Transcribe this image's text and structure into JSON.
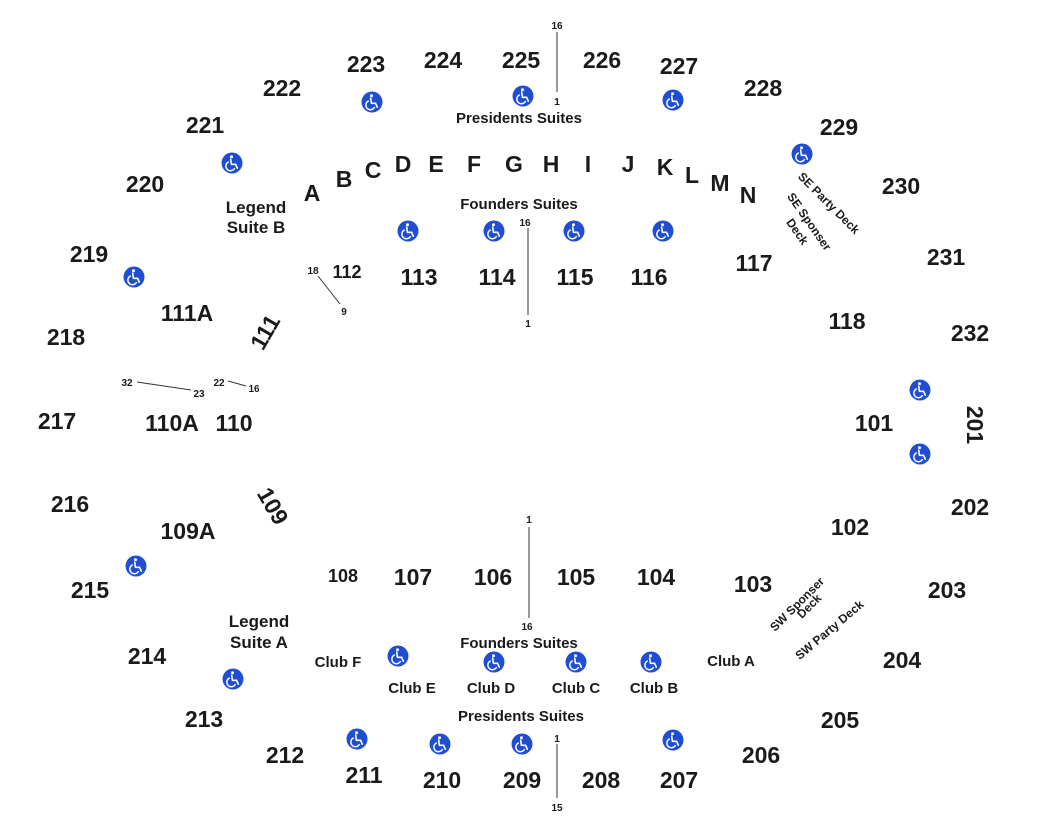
{
  "upper_sections": [
    "201",
    "202",
    "203",
    "204",
    "205",
    "206",
    "207",
    "208",
    "209",
    "210",
    "211",
    "212",
    "213",
    "214",
    "215",
    "216",
    "217",
    "218",
    "219",
    "220",
    "221",
    "222",
    "223",
    "224",
    "225",
    "226",
    "227",
    "228",
    "229",
    "230",
    "231",
    "232"
  ],
  "lower_sections": [
    "101",
    "102",
    "103",
    "104",
    "105",
    "106",
    "107",
    "108",
    "109",
    "109A",
    "110",
    "110A",
    "111",
    "111A",
    "112",
    "113",
    "114",
    "115",
    "116",
    "117",
    "118"
  ],
  "rows": [
    "A",
    "B",
    "C",
    "D",
    "E",
    "F",
    "G",
    "H",
    "I",
    "J",
    "K",
    "L",
    "M",
    "N"
  ],
  "labels": {
    "presidents_top": "Presidents Suites",
    "presidents_bottom": "Presidents Suites",
    "founders_top": "Founders Suites",
    "founders_bottom": "Founders Suites",
    "legend_b_1": "Legend",
    "legend_b_2": "Suite B",
    "legend_a_1": "Legend",
    "legend_a_2": "Suite A",
    "club_a": "Club A",
    "club_b": "Club B",
    "club_c": "Club C",
    "club_d": "Club D",
    "club_e": "Club E",
    "club_f": "Club F",
    "se_party": "SE Party Deck",
    "se_sponser_1": "SE Sponser",
    "se_sponser_2": "Deck",
    "sw_sponser_1": "SW Sponser",
    "sw_sponser_2": "Deck",
    "sw_party": "SW Party Deck"
  },
  "seat_numbers": {
    "top_upper_start": "16",
    "top_upper_end": "1",
    "top_lower_start": "16",
    "top_lower_end": "1",
    "s112_start": "18",
    "s112_end": "9",
    "s110a_start": "32",
    "s110a_end": "23",
    "s110_start": "22",
    "s110_end": "16",
    "bot_lower_start": "1",
    "bot_lower_end": "16",
    "bot_upper_start": "1",
    "bot_upper_end": "15"
  },
  "icons": {
    "accessible": "wheelchair-icon",
    "accessible_color": "#1f4fd0"
  }
}
